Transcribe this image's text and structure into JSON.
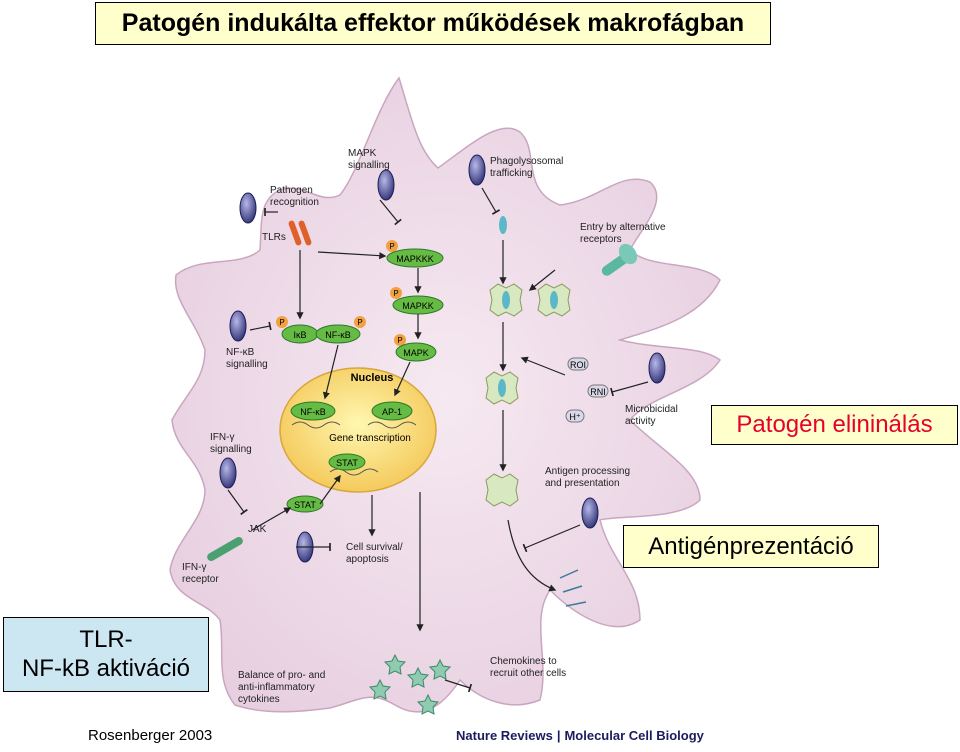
{
  "title": "Patogén indukálta effektor működések makrofágban",
  "callouts": {
    "pathogen_elimination": "Patogén elininálás",
    "antigen_presentation": "Antigénprezentáció",
    "tlr_line1": "TLR-",
    "tlr_line2": "NF-kB aktiváció"
  },
  "citation": "Rosenberger 2003",
  "journal": {
    "name": "Nature Reviews",
    "section": "Molecular Cell Biology"
  },
  "diagram": {
    "labels": {
      "mapk_signalling_1": "MAPK",
      "mapk_signalling_2": "signalling",
      "phago_1": "Phagolysosomal",
      "phago_2": "trafficking",
      "pathogen_rec_1": "Pathogen",
      "pathogen_rec_2": "recognition",
      "tlrs": "TLRs",
      "entry_1": "Entry by alternative",
      "entry_2": "receptors",
      "mapkkk": "MAPKKK",
      "mapkk": "MAPKK",
      "mapk": "MAPK",
      "ikb": "IκB",
      "nfkb": "NF-κB",
      "nfkb_sig_1": "NF-κB",
      "nfkb_sig_2": "signalling",
      "nucleus": "Nucleus",
      "nfkb_nuc": "NF-κB",
      "ap1": "AP-1",
      "gene_transcription": "Gene transcription",
      "stat_nuc": "STAT",
      "stat": "STAT",
      "ifng_sig_1": "IFN-γ",
      "ifng_sig_2": "signalling",
      "roi": "ROI",
      "rni": "RNI",
      "hplus": "H⁺",
      "microbicidal_1": "Microbicidal",
      "microbicidal_2": "activity",
      "antigen_proc_1": "Antigen processing",
      "antigen_proc_2": "and presentation",
      "jak": "JAK",
      "ifng_rec_1": "IFN-γ",
      "ifng_rec_2": "receptor",
      "cell_surv_1": "Cell survival/",
      "cell_surv_2": "apoptosis",
      "balance_1": "Balance of pro- and",
      "balance_2": "anti-inflammatory",
      "balance_3": "cytokines",
      "chemo_1": "Chemokines to",
      "chemo_2": "recruit other cells",
      "p": "P"
    }
  }
}
